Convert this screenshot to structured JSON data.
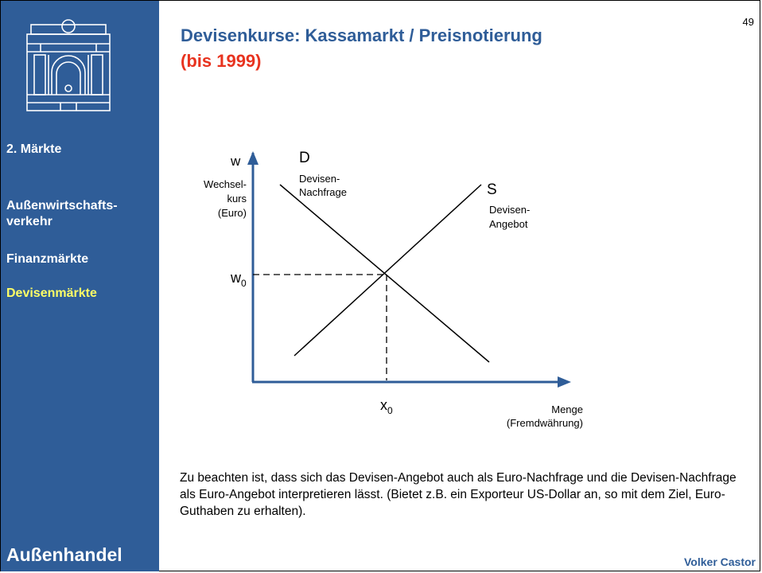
{
  "sidebar": {
    "items": [
      {
        "label": "2. Märkte",
        "active": false
      },
      {
        "label": "Außenwirtschafts-\nverkehr",
        "active": false
      },
      {
        "label": "Finanzmärkte",
        "active": false
      },
      {
        "label": "Devisenmärkte",
        "active": true
      }
    ],
    "brand": "Außenhandel",
    "logo_icon": "city-gate-logo-icon"
  },
  "slide": {
    "number": "49",
    "title_line1": "Devisenkurse: Kassamarkt / Preisnotierung",
    "title_line2": "(bis 1999)",
    "footnote": "Zu beachten ist, dass sich das Devisen-Angebot auch als Euro-Nachfrage und die Devisen-Nachfrage als Euro-Angebot interpretieren lässt. (Bietet z.B. ein Exporteur US-Dollar an, so mit dem Ziel, Euro-Guthaben zu erhalten).",
    "author": "Volker Castor"
  },
  "diagram": {
    "y_axis_symbol": "w",
    "y_axis_label": [
      "Wechsel-",
      "kurs",
      "(Euro)"
    ],
    "x_axis_label": [
      "Menge",
      "(Fremdwährung)"
    ],
    "demand_symbol": "D",
    "demand_label": [
      "Devisen-",
      "Nachfrage"
    ],
    "supply_symbol": "S",
    "supply_label": [
      "Devisen-",
      "Angebot"
    ],
    "equilibrium_y_label": {
      "base": "w",
      "sub": "0"
    },
    "equilibrium_x_label": {
      "base": "x",
      "sub": "0"
    }
  },
  "colors": {
    "sidebar_bg": "#2f5d98",
    "title_blue": "#2f5d98",
    "title_red": "#e8331f",
    "active_nav": "#ffff66",
    "axis": "#2f5d98"
  }
}
